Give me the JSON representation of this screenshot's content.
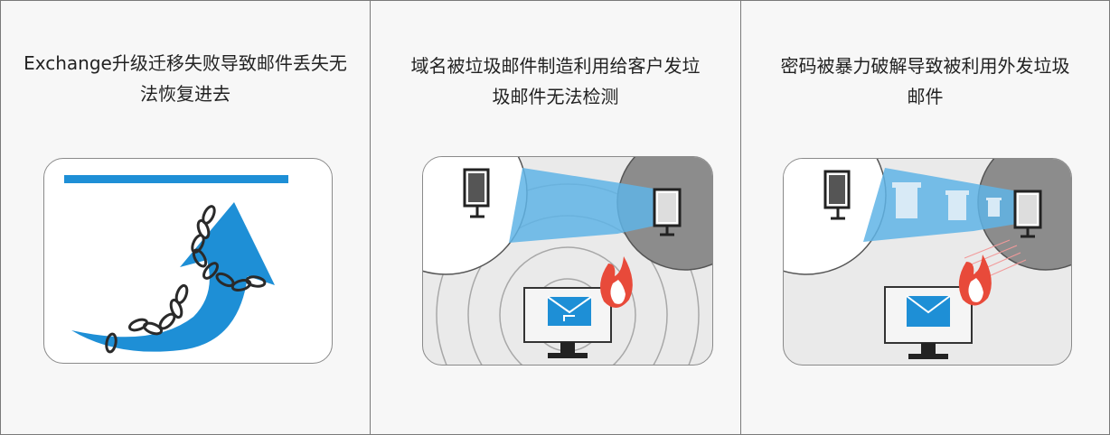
{
  "panels": [
    {
      "caption_line1": "Exchange升级迁移失败导致邮件丢失无",
      "caption_line2": "法恢复进去",
      "illustration": "broken-chain-arrow"
    },
    {
      "caption_line1": "域名被垃圾邮件制造利用给客户发垃",
      "caption_line2": "圾邮件无法检测",
      "illustration": "spam-broadcast-monitors"
    },
    {
      "caption_line1": "密码被暴力破解导致被利用外发垃圾",
      "caption_line2": "邮件",
      "illustration": "brute-force-trash-mail"
    }
  ],
  "colors": {
    "accent_blue": "#1e8fd6",
    "flame_red": "#e84a3a",
    "flame_orange": "#f0802a",
    "panel_grey": "#8c8c8c"
  }
}
